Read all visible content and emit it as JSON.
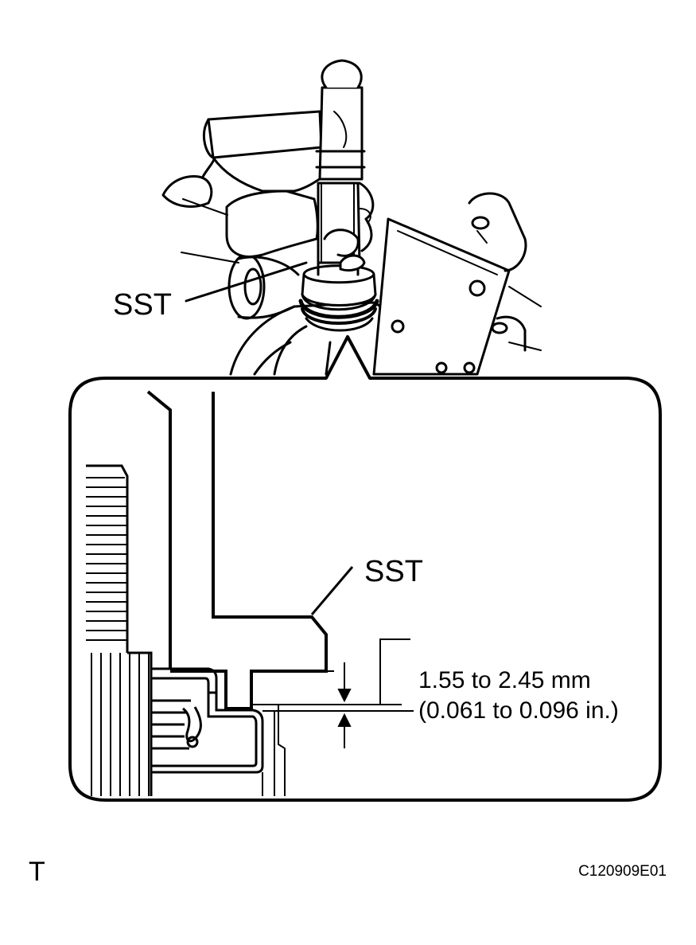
{
  "labels": {
    "sst_top": "SST",
    "sst_detail": "SST",
    "dimension_mm": "1.55 to 2.45 mm",
    "dimension_in": "(0.061 to 0.096 in.)",
    "corner_mark": "T",
    "figure_code": "C120909E01"
  },
  "colors": {
    "ink": "#000000",
    "paper": "#ffffff"
  }
}
